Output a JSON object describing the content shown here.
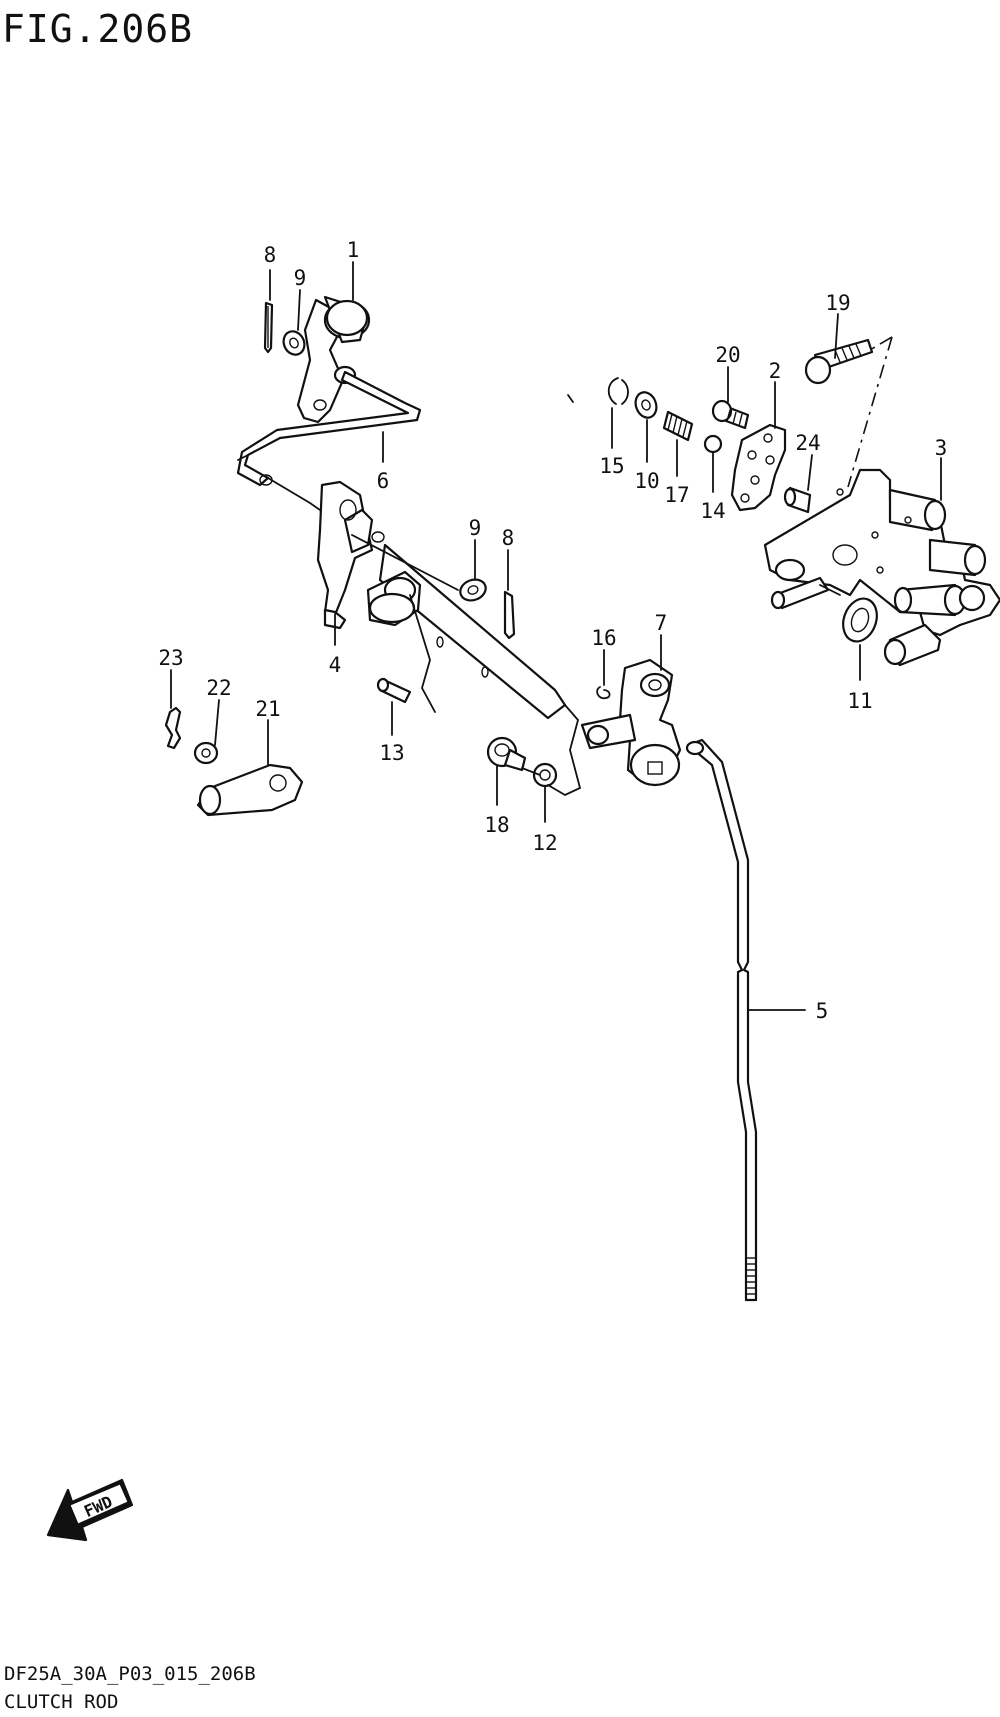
{
  "figure": {
    "title": "FIG.206B"
  },
  "footer": {
    "code": "DF25A_30A_P03_015_206B",
    "name": "CLUTCH ROD"
  },
  "fwd_badge": {
    "text": "FWD"
  },
  "callouts": [
    {
      "id": "c1",
      "text": "1"
    },
    {
      "id": "c2",
      "text": "2"
    },
    {
      "id": "c3",
      "text": "3"
    },
    {
      "id": "c4",
      "text": "4"
    },
    {
      "id": "c5",
      "text": "5"
    },
    {
      "id": "c6",
      "text": "6"
    },
    {
      "id": "c7",
      "text": "7"
    },
    {
      "id": "c8a",
      "text": "8"
    },
    {
      "id": "c8b",
      "text": "8"
    },
    {
      "id": "c9a",
      "text": "9"
    },
    {
      "id": "c9b",
      "text": "9"
    },
    {
      "id": "c10",
      "text": "10"
    },
    {
      "id": "c11",
      "text": "11"
    },
    {
      "id": "c12",
      "text": "12"
    },
    {
      "id": "c13",
      "text": "13"
    },
    {
      "id": "c14",
      "text": "14"
    },
    {
      "id": "c15",
      "text": "15"
    },
    {
      "id": "c16",
      "text": "16"
    },
    {
      "id": "c17",
      "text": "17"
    },
    {
      "id": "c18",
      "text": "18"
    },
    {
      "id": "c19",
      "text": "19"
    },
    {
      "id": "c20",
      "text": "20"
    },
    {
      "id": "c21",
      "text": "21"
    },
    {
      "id": "c22",
      "text": "22"
    },
    {
      "id": "c23",
      "text": "23"
    },
    {
      "id": "c24",
      "text": "24"
    }
  ]
}
